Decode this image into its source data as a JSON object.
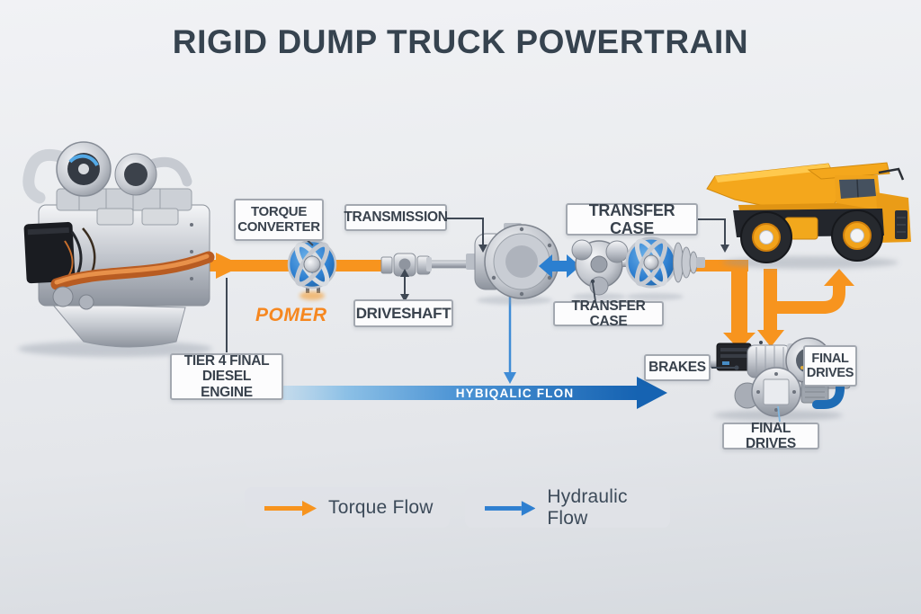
{
  "title": "RIGID DUMP TRUCK POWERTRAIN",
  "labels": {
    "torque_converter": "TORQUE CONVERTER",
    "transmission": "TRANSMISSION",
    "transfer_case_top": "TRANSFER CASE",
    "transfer_case_bottom": "TRANSFER CASE",
    "driveshaft": "DRIVESHAFT",
    "power": "POMER",
    "tier4_engine": "TIER 4 FINAL DIESEL ENGINE",
    "hydraulic_bar": "HYBIQALIC FLON",
    "brakes": "BRAKES",
    "final_drives_side": "FINAL DRIVES",
    "final_drives_bottom": "FINAL DRIVES"
  },
  "legend": {
    "torque_flow": "Torque Flow",
    "hydraulic_flow": "Hydraulic Flow"
  },
  "colors": {
    "torque_flow_orange": "#F7941E",
    "hydraulic_flow_blue": "#2E7FD0",
    "hydraulic_dark_blue": "#1663B2",
    "heading_text": "#36434F",
    "label_text": "#39424D"
  }
}
